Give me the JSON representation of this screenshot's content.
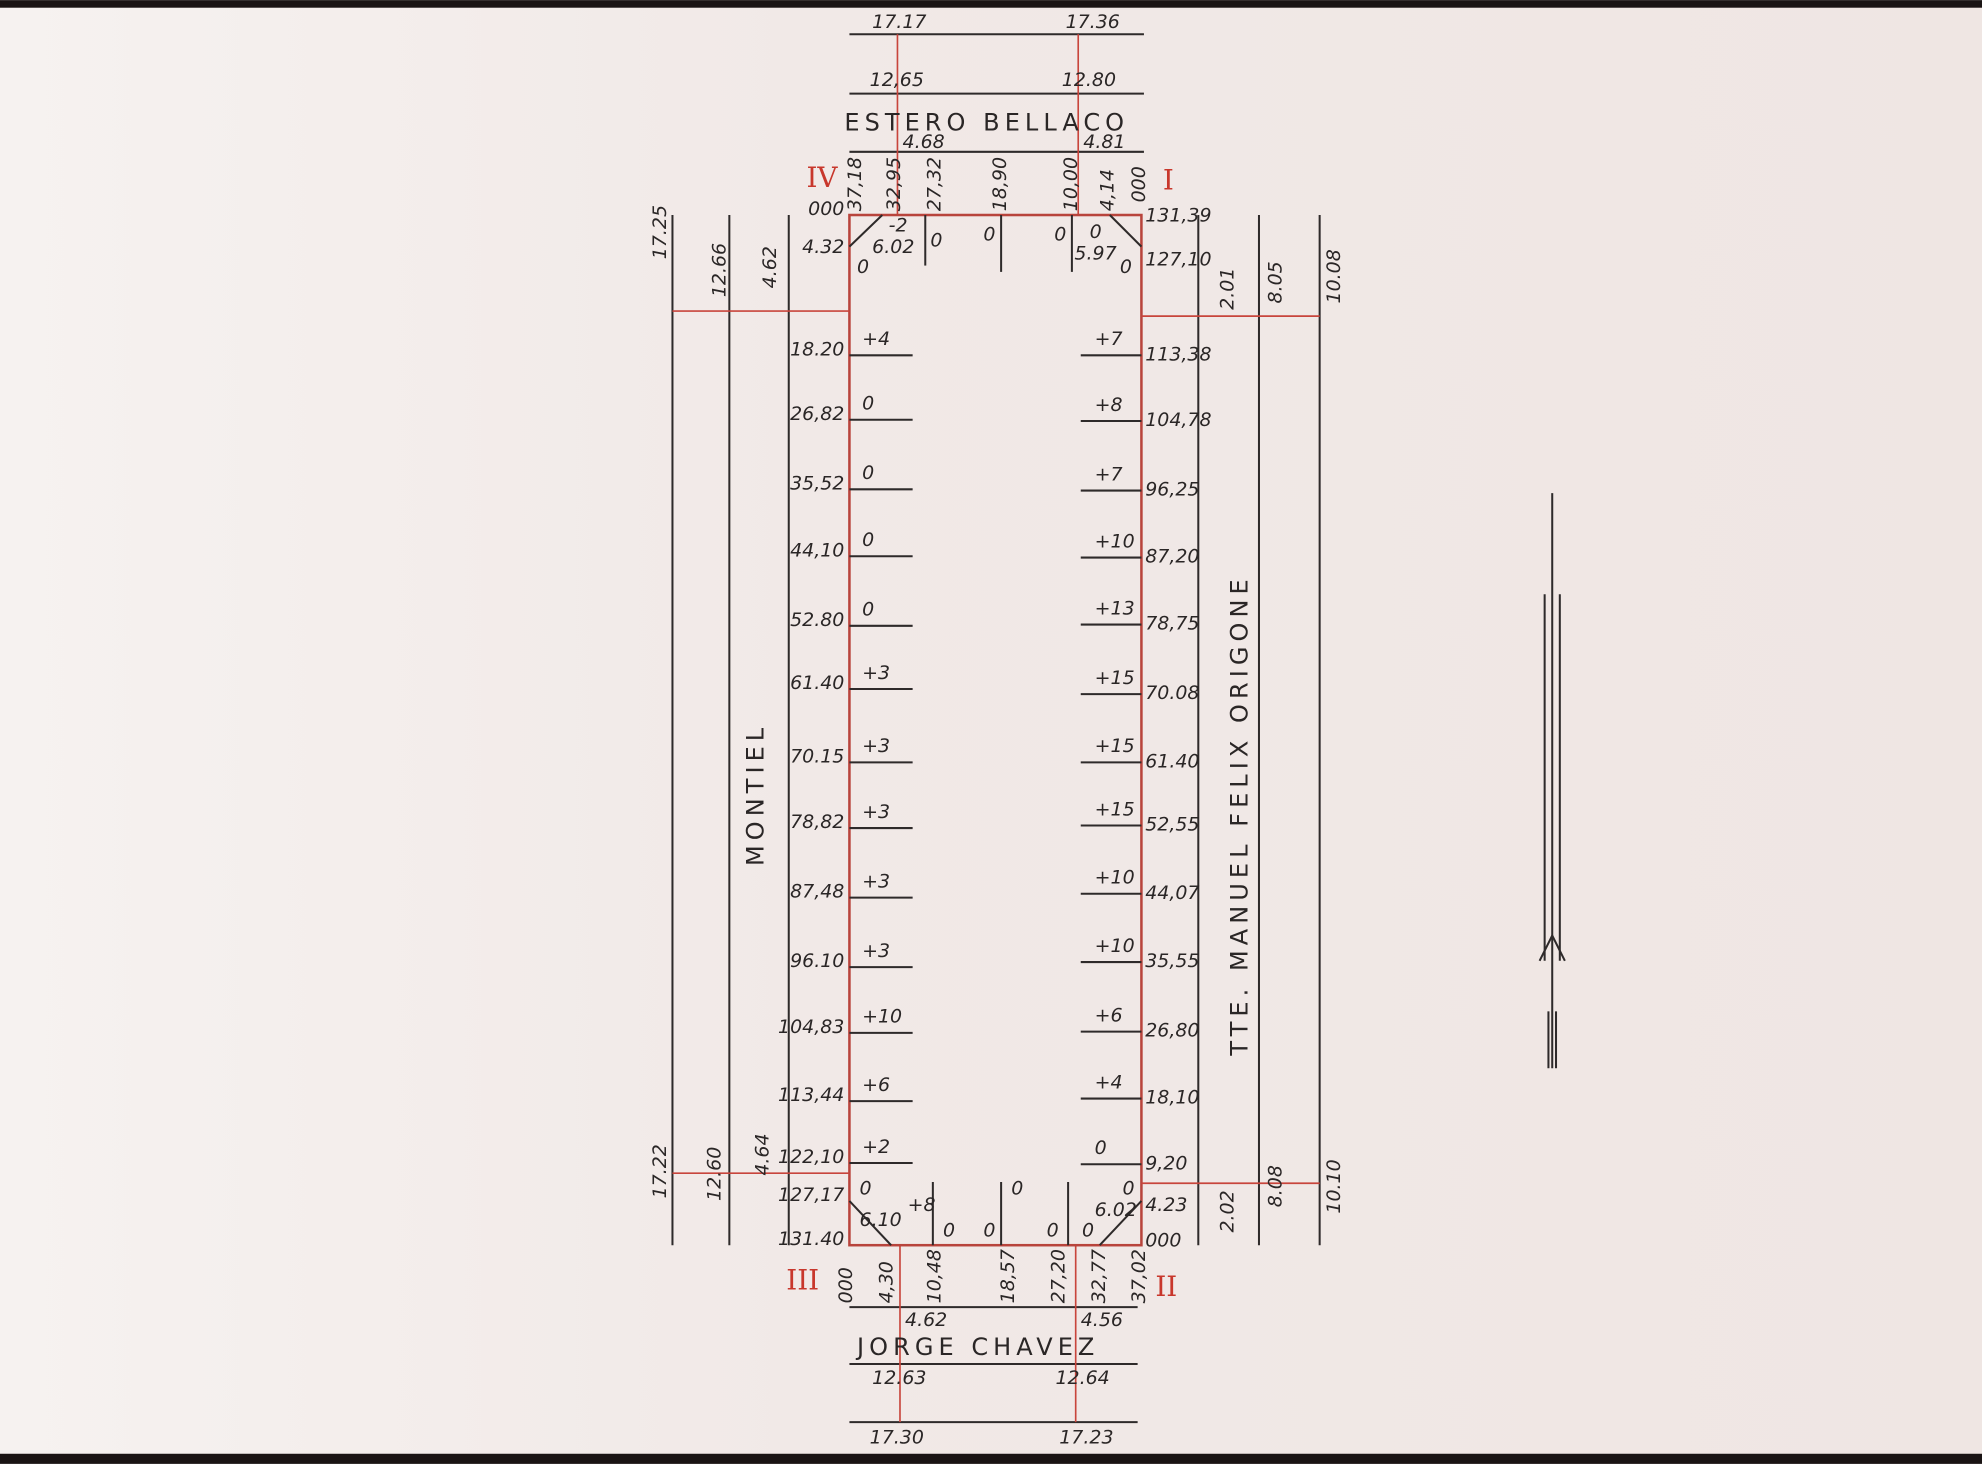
{
  "top": {
    "street": "ESTERO BELLACO",
    "outer": [
      "17.17",
      "17.36"
    ],
    "mid": [
      "12,65",
      "12.80"
    ],
    "inner": [
      "4.68",
      "4.81"
    ],
    "frontage": [
      "37,18",
      "32,95",
      "27,32",
      "18,90",
      "10,00",
      "4,14",
      "000"
    ],
    "chamfer": [
      "6.02",
      "5.97"
    ],
    "corner_left": "IV",
    "corner_right": "I"
  },
  "bottom": {
    "street": "JORGE CHAVEZ",
    "outer": [
      "17.30",
      "17.23"
    ],
    "mid": [
      "12.63",
      "12.64"
    ],
    "inner": [
      "4.62",
      "4.56"
    ],
    "frontage": [
      "000",
      "4,30",
      "10,48",
      "18,57",
      "27,20",
      "32,77",
      "37,02"
    ],
    "chamfer": [
      "6.10",
      "6.02"
    ],
    "corner_left": "III",
    "corner_right": "II"
  },
  "left": {
    "street": "MONTIEL",
    "widths_top": [
      "17.25",
      "12.66",
      "4.62"
    ],
    "widths_bottom": [
      "17.22",
      "12.60",
      "4.64"
    ],
    "stations": [
      "000",
      "4.32",
      "18.20",
      "26,82",
      "35,52",
      "44,10",
      "52.80",
      "61.40",
      "70.15",
      "78,82",
      "87,48",
      "96.10",
      "104,83",
      "113,44",
      "122,10",
      "127,17",
      "131.40"
    ],
    "levels": [
      "+4",
      "0",
      "0",
      "0",
      "0",
      "+3",
      "+3",
      "+3",
      "+3",
      "+3",
      "+10",
      "+6",
      "+2"
    ]
  },
  "right": {
    "street": "TTE. MANUEL FELIX ORIGONE",
    "widths_top": [
      "2.01",
      "8.05",
      "10.08"
    ],
    "widths_bottom": [
      "2.02",
      "8.08",
      "10.10"
    ],
    "stations": [
      "131,39",
      "127,10",
      "113,38",
      "104,78",
      "96,25",
      "87,20",
      "78,75",
      "70.08",
      "61.40",
      "52,55",
      "44,07",
      "35,55",
      "26,80",
      "18,10",
      "9,20",
      "4.23",
      "000"
    ],
    "levels": [
      "+7",
      "+8",
      "+7",
      "+10",
      "+13",
      "+15",
      "+15",
      "+15",
      "+10",
      "+10",
      "+6",
      "+4",
      "0"
    ]
  },
  "interior": {
    "top_levels": [
      "0",
      "-2",
      "0",
      "0",
      "0",
      "0",
      "0"
    ],
    "bottom_levels": [
      "0",
      "+8",
      "0",
      "0",
      "0",
      "0",
      "0",
      "0"
    ]
  }
}
